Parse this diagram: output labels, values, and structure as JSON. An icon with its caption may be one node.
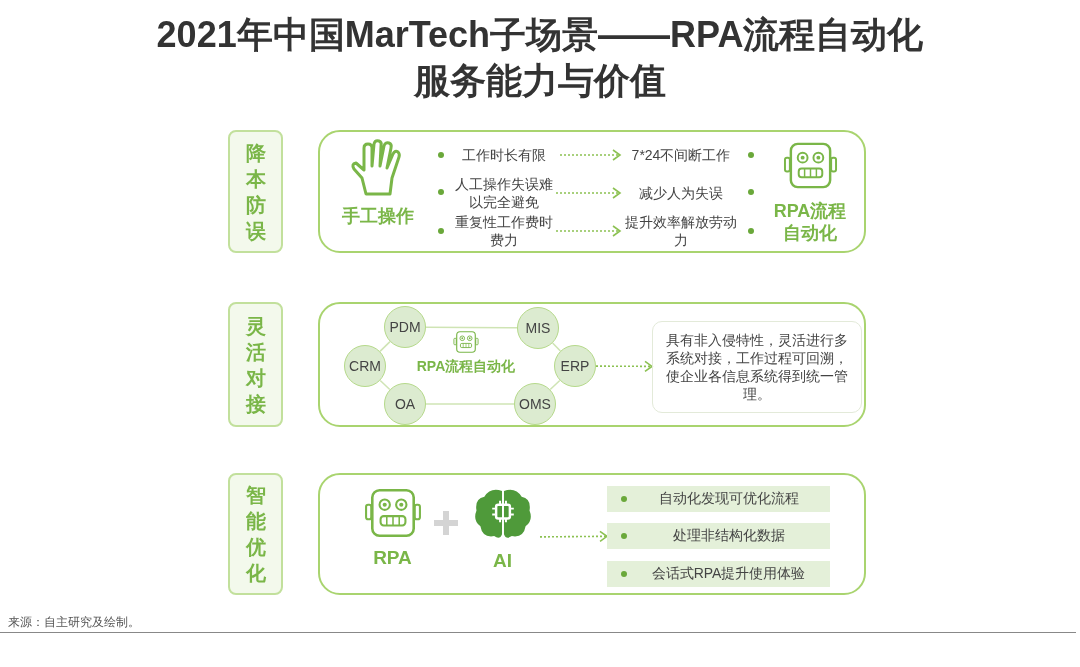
{
  "diagram": {
    "title": "2021年中国MarTech子场景——RPA流程自动化服务能力与价值",
    "nodes": [
      {
        "text": [
          "降本防误"
        ]
      },
      {
        "text": [],
        "shape": "box"
      },
      {
        "text": [
          "手工操作"
        ],
        "in": 1
      },
      {
        "text": [
          "工作时长有限"
        ],
        "in": 1
      },
      {
        "text": [
          "7*24不间断工作"
        ],
        "in": 1
      },
      {
        "text": [
          "人工操作失误难以完全避免"
        ],
        "in": 1
      },
      {
        "text": [
          "减少人为失误"
        ],
        "in": 1
      },
      {
        "text": [
          "重复性工作费时费力"
        ],
        "in": 1
      },
      {
        "text": [
          "提升效率解放劳动力"
        ],
        "in": 1
      },
      {
        "text": [
          "RPA流程自动化"
        ],
        "in": 1
      },
      {
        "text": [
          "灵活对接"
        ]
      },
      {
        "text": [],
        "shape": "box"
      },
      {
        "text": [
          "RPA流程自动化"
        ],
        "in": 11
      },
      {
        "text": [
          "PDM"
        ],
        "in": 11
      },
      {
        "text": [
          "MIS"
        ],
        "in": 11
      },
      {
        "text": [
          "CRM"
        ],
        "in": 11
      },
      {
        "text": [
          "ERP"
        ],
        "in": 11
      },
      {
        "text": [
          "OA"
        ],
        "in": 11
      },
      {
        "text": [
          "OMS"
        ],
        "in": 11
      },
      {
        "text": [
          "具有非入侵特性，灵活进行多系统对接，工作过程可回溯，使企业各信息系统得到统一管理。"
        ],
        "in": 11
      },
      {
        "text": [
          "智能优化"
        ]
      },
      {
        "text": [],
        "shape": "box"
      },
      {
        "text": [
          "RPA"
        ],
        "in": 21
      },
      {
        "text": [
          "AI"
        ],
        "in": 21
      },
      {
        "text": [
          "自动化发现可优化流程"
        ],
        "in": 21
      },
      {
        "text": [
          "处理非结构化数据"
        ],
        "in": 21
      },
      {
        "text": [
          "会话式RPA提升使用体验"
        ],
        "in": 21
      }
    ],
    "edges": [
      {
        "from": 3,
        "to": 4,
        "arrow": "to",
        "style": "dashed",
        "color": "#8cc152"
      },
      {
        "from": 5,
        "to": 6,
        "arrow": "to",
        "style": "dashed",
        "color": "#8cc152"
      },
      {
        "from": 7,
        "to": 8,
        "arrow": "to",
        "style": "dashed",
        "color": "#8cc152"
      },
      {
        "from": 13,
        "to": 14,
        "arrow": "none"
      },
      {
        "from": 14,
        "to": 16,
        "arrow": "none"
      },
      {
        "from": 16,
        "to": 18,
        "arrow": "none"
      },
      {
        "from": 18,
        "to": 17,
        "arrow": "none"
      },
      {
        "from": 17,
        "to": 15,
        "arrow": "none"
      },
      {
        "from": 15,
        "to": 13,
        "arrow": "none"
      },
      {
        "from": 16,
        "to": 19,
        "arrow": "to",
        "style": "dashed",
        "color": "#8cc152"
      },
      {
        "from": 23,
        "to": 25,
        "arrow": "to",
        "style": "dashed",
        "color": "#8cc152"
      }
    ],
    "labels": [
      "来源：自主研究及绘制。"
    ]
  }
}
